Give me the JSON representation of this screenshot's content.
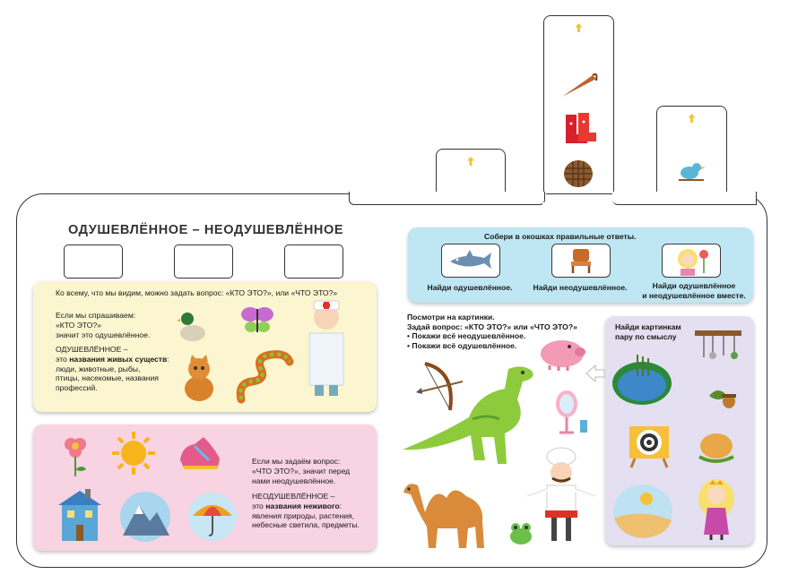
{
  "title": "ОДУШЕВЛЁННОЕ – НЕОДУШЕВЛЁННОЕ",
  "animate_panel": {
    "question": "Ко всему, что мы видим, можно задать вопрос: «КТО ЭТО?», или «ЧТО ЭТО?»",
    "p1_l1": "Если мы спрашиваем:",
    "p1_l2": "«КТО ЭТО?»",
    "p1_l3": "значит это одушевлённое.",
    "p2_l1": "ОДУШЕВЛЁННОЕ –",
    "p2_pre": "это ",
    "p2_bold": "названия живых существ",
    "p2_post": ":",
    "p2_l3": "люди, животные, рыбы,",
    "p2_l4": "птицы, насекомые, названия",
    "p2_l5": "профессий."
  },
  "inanimate_panel": {
    "p1_l1": "Если мы задаём вопрос:",
    "p1_l2": "«ЧТО ЭТО?», значит перед",
    "p1_l3": "нами неодушевлённое.",
    "p2_l1": "НЕОДУШЕВЛЁННОЕ –",
    "p2_pre": "это ",
    "p2_bold": "названия неживого",
    "p2_post": ":",
    "p2_l3": "явления природы, растения,",
    "p2_l4": "небесные светила, предметы."
  },
  "collect_panel": {
    "title": "Собери в окошках правильные ответы.",
    "captions": [
      "Найди одушевлённое.",
      "Найди неодушевлённое.",
      "Найди одушевлённое",
      "и неодушевлённое вместе."
    ]
  },
  "middle_text": {
    "l1": "Посмотри на картинки.",
    "l2": "Задай вопрос: «КТО ЭТО?» или «ЧТО ЭТО?»",
    "l3": "• Покажи всё неодушевлённое.",
    "l4": "• Покажи всё одушевлённое."
  },
  "pairs_panel": {
    "title_l1": "Найди картинкам",
    "title_l2": "пару по смыслу"
  },
  "colors": {
    "yellow_panel": "#fbf6cf",
    "pink_panel": "#f8d3e1",
    "blue_panel": "#bfe6f3",
    "lavender_panel": "#e4e0f1",
    "arrow_gold": "#f2c430"
  },
  "icons": [
    "duck-icon",
    "butterfly-icon",
    "doctor-icon",
    "cat-icon",
    "snake-icon",
    "flower-icon",
    "sun-icon",
    "sneaker-icon",
    "house-icon",
    "mountains-icon",
    "umbrella-icon",
    "shark-icon",
    "chair-icon",
    "girl-icon",
    "bow-icon",
    "dinosaur-icon",
    "pig-icon",
    "mirror-icon",
    "chef-icon",
    "camel-icon",
    "frog-icon",
    "pond-icon",
    "utensils-icon",
    "acorn-icon",
    "target-icon",
    "potato-icon",
    "desert-icon",
    "boot-icon",
    "cone-icon",
    "bird-icon"
  ]
}
